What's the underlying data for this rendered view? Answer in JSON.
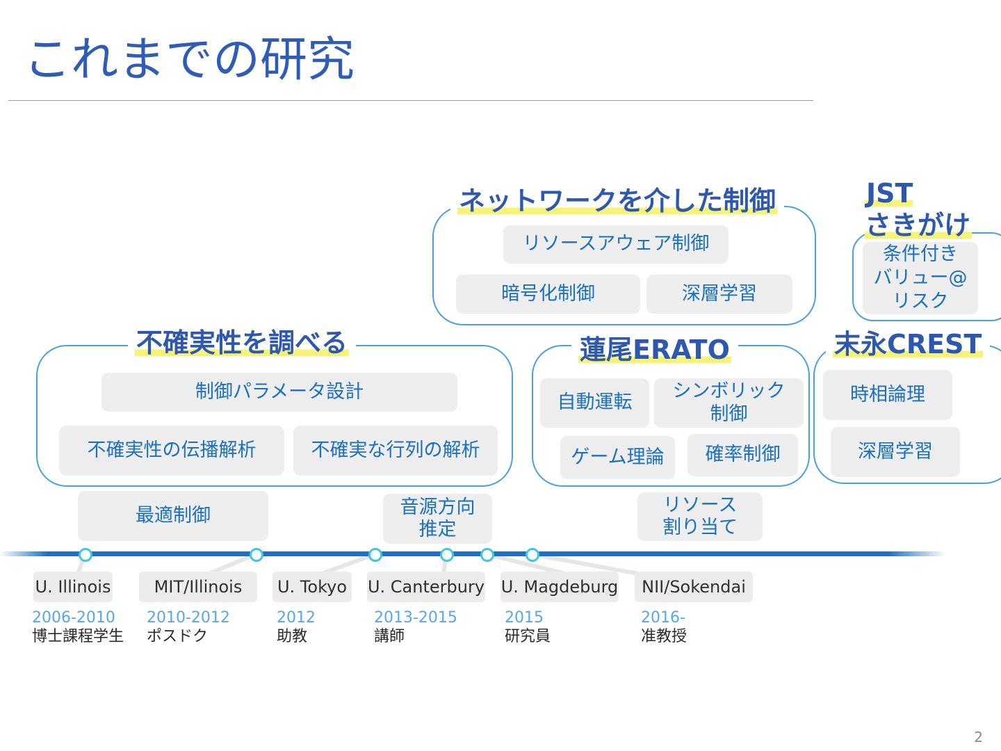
{
  "slide": {
    "title": "これまでの研究",
    "page_number": "2"
  },
  "groups": {
    "uncertainty": {
      "heading": "不確実性を調べる"
    },
    "network": {
      "heading": "ネットワークを介した制御"
    },
    "erato": {
      "heading": "蓮尾ERATO"
    },
    "crest": {
      "heading": "末永CREST"
    },
    "sakigake": {
      "heading": "JST\nさきがけ"
    }
  },
  "topics": {
    "param_design": "制御パラメータ設計",
    "propagation": "不確実性の伝播解析",
    "uncertain_matrix": "不確実な行列の解析",
    "optimal_control": "最適制御",
    "source_direction": "音源方向\n推定",
    "resource_aware": "リソースアウェア制御",
    "encrypted": "暗号化制御",
    "deep_learning_network": "深層学習",
    "auto_driving": "自動運転",
    "symbolic": "シンボリック\n制御",
    "game_theory": "ゲーム理論",
    "stochastic": "確率制御",
    "resource_alloc": "リソース\n割り当て",
    "temporal_logic": "時相論理",
    "deep_learning_crest": "深層学習",
    "value_at_risk": "条件付き\nバリュー@\nリスク"
  },
  "timeline": [
    {
      "institution": "U. Illinois",
      "years": "2006-2010",
      "role": "博士課程学生"
    },
    {
      "institution": "MIT/Illinois",
      "years": "2010-2012",
      "role": "ポスドク"
    },
    {
      "institution": "U. Tokyo",
      "years": "2012",
      "role": "助教"
    },
    {
      "institution": "U. Canterbury",
      "years": "2013-2015",
      "role": "講師"
    },
    {
      "institution": "U. Magdeburg",
      "years": "2015",
      "role": "研究員"
    },
    {
      "institution": "NII/Sokendai",
      "years": "2016-",
      "role": "准教授"
    }
  ],
  "colors": {
    "title": "#2f5cb5",
    "heading": "#2e58ad",
    "highlight": "#f6f37a",
    "frame": "#4aa0df",
    "chip_text": "#1a6fbf",
    "chip_bg": "#eeeeee",
    "timeline": "#1f71c6",
    "node": "#3ec5e8",
    "year": "#57a8e6"
  }
}
